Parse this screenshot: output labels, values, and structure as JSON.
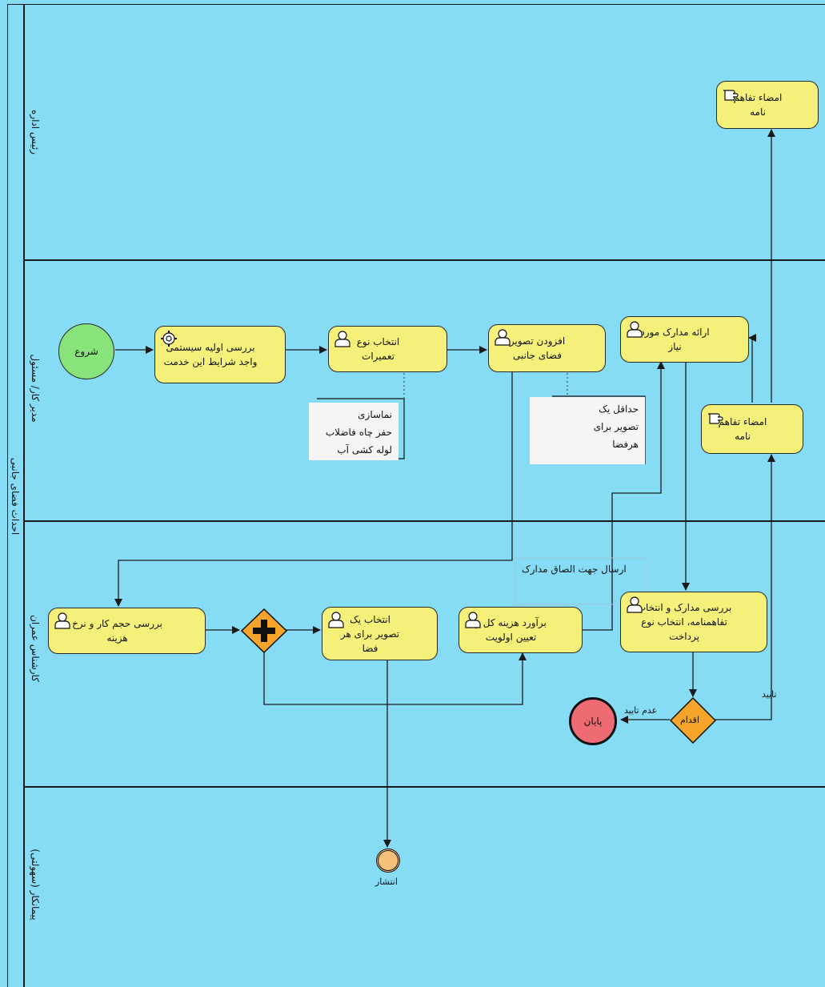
{
  "pool": {
    "title": "احداث فضای جانبی"
  },
  "lanes": [
    {
      "id": "director",
      "label": "رئیس اداره"
    },
    {
      "id": "manager",
      "label": "مدیر کار/ مسئول"
    },
    {
      "id": "expert",
      "label": "کارشناس عمران"
    },
    {
      "id": "contractor",
      "label": "پیمانکار (سهولتی)"
    }
  ],
  "events": {
    "start": "شروع",
    "end": "پایان",
    "intermediate": "انتشار"
  },
  "tasks": {
    "sign_director": "امضاء تفاهم\nنامه",
    "initial_review": "بررسی اولیه سیستمی\nواجد شرایط این خدمت",
    "select_repair_type": "انتخاب نوع\nتعمیرات",
    "add_images": "افزودن تصویر\nفضای جانبی",
    "submit_docs": "ارائه مدارک مورد\nنیاز",
    "sign_manager": "امضاء تفاهم\nنامه",
    "review_volume": "بررسی حجم کار و نرخ\nهزینه",
    "select_image": "انتخاب یک\nتصویر برای هر\nفضا",
    "estimate_cost": "برآورد هزینه کل و\nتعیین اولویت",
    "review_docs": "بررسی مدارک و انتخاب\nتفاهمنامه، انتخاب نوع\nپرداخت"
  },
  "gateways": {
    "action": "اقدام"
  },
  "annotations": {
    "repair_types": "نماسازی\nحفر چاه فاضلاب\nلوله کشی آب",
    "min_image": "حداقل یک\nتصویر برای\nهرفضا",
    "send_for_stamp": "ارسال جهت الصاق مدارک"
  },
  "flow_labels": {
    "approve": "تایید",
    "reject": "عدم تایید"
  },
  "colors": {
    "lane_bg": "#87dcf5",
    "task_fill": "#f4f07a",
    "start_fill": "#88e37a",
    "end_fill": "#ee6b73",
    "intermediate_fill": "#f4c07a",
    "gateway_fill": "#f7a52a"
  }
}
